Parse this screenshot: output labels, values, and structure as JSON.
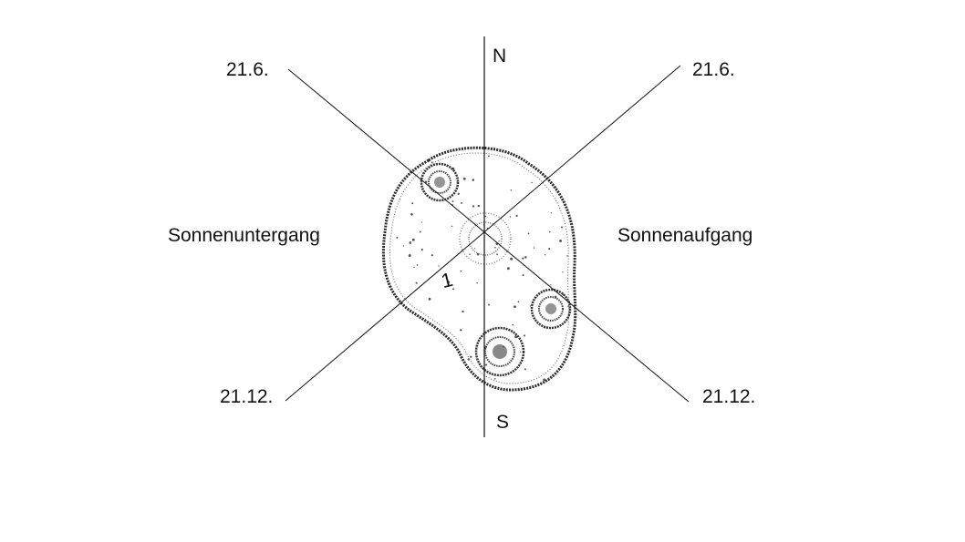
{
  "compass": {
    "north": "N",
    "south": "S"
  },
  "solstice_lines": {
    "summer_west": "21.6.",
    "summer_east": "21.6.",
    "winter_west": "21.12.",
    "winter_east": "21.12."
  },
  "directions": {
    "sunset": "Sonnenuntergang",
    "sunrise": "Sonnenaufgang"
  },
  "marker": {
    "label": "1"
  },
  "colors": {
    "line": "#111111",
    "outline": "#2a2a2a",
    "stipple": "#555555",
    "background": "#ffffff"
  }
}
